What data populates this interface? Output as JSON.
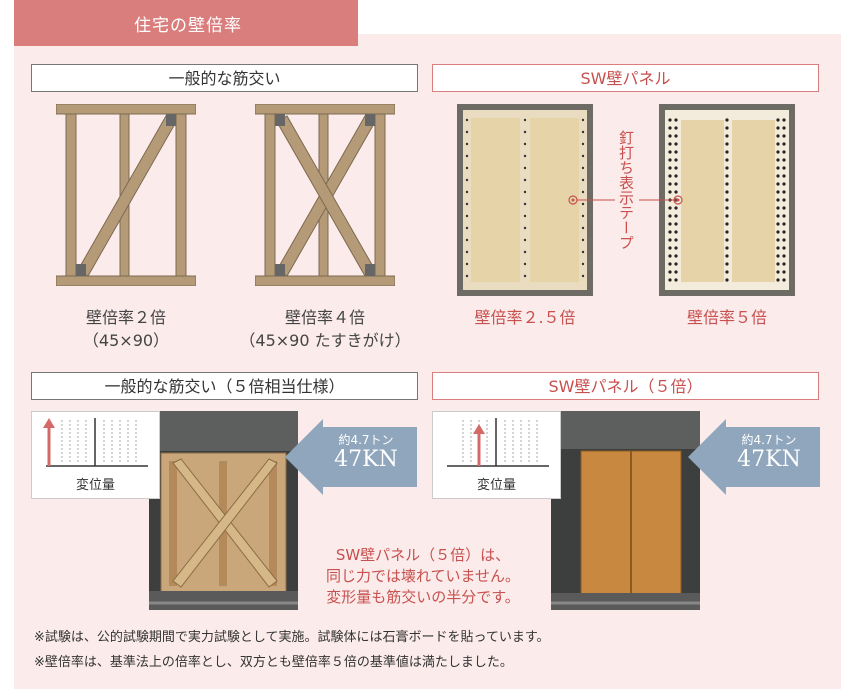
{
  "title": "住宅の壁倍率",
  "sections": {
    "top_left": "一般的な筋交い",
    "top_right": "SW壁パネル",
    "bottom_left": "一般的な筋交い（５倍相当仕様）",
    "bottom_right": "SW壁パネル（５倍）"
  },
  "captions": {
    "brace2_rate": "壁倍率２倍",
    "brace2_size": "（45×90）",
    "brace4_rate": "壁倍率４倍",
    "brace4_size": "（45×90 たすきがけ）",
    "sw25_rate": "壁倍率２.５倍",
    "sw5_rate": "壁倍率５倍"
  },
  "nail_tape_label": "釘打ち表示テープ",
  "displacement_label": "変位量",
  "load": {
    "approx": "約4.7トン",
    "kn": "47KN"
  },
  "message": [
    "SW壁パネル（５倍）は、",
    "同じ力では壊れていません。",
    "変形量も筋交いの半分です。"
  ],
  "notes": [
    "※試験は、公的試験期間で実力試験として実施。試験体には石膏ボードを貼っています。",
    "※壁倍率は、基準法上の倍率とし、双方とも壁倍率５倍の基準値は満たしました。"
  ],
  "colors": {
    "accent": "#d97e7c",
    "wood": "#b49a76",
    "wood_dark": "#7d6a52",
    "arrow": "#8fa6bd",
    "osb": "#e6d3a8"
  }
}
